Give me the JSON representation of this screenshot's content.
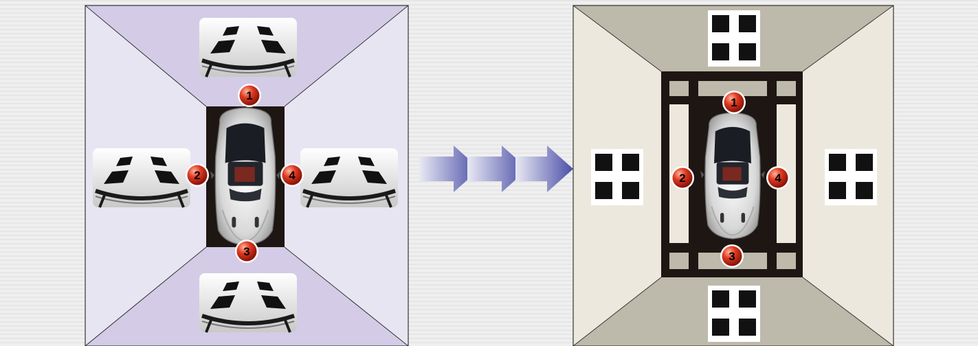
{
  "colors": {
    "background": "#eeeeee",
    "left_panel_dark": "#d3cbe6",
    "left_panel_light": "#e9e6f3",
    "right_panel_dark": "#bcb8aa",
    "right_panel_light": "#ece7dc",
    "marker_fill": "#d6321e",
    "arrow": "#5a5fb0",
    "frame": "#1e1613"
  },
  "left_panel": {
    "camera_markers": [
      "1",
      "2",
      "3",
      "4"
    ],
    "icons": [
      "front-camera-view-icon",
      "left-camera-view-icon",
      "right-camera-view-icon",
      "rear-camera-view-icon",
      "car-top-view-icon"
    ]
  },
  "transition": {
    "icon": "triple-arrow-icon",
    "count": 3
  },
  "right_panel": {
    "camera_markers": [
      "1",
      "2",
      "3",
      "4"
    ],
    "icons": [
      "front-target-icon",
      "left-target-icon",
      "right-target-icon",
      "rear-target-icon",
      "calibration-frame-icon",
      "car-top-view-icon"
    ]
  }
}
